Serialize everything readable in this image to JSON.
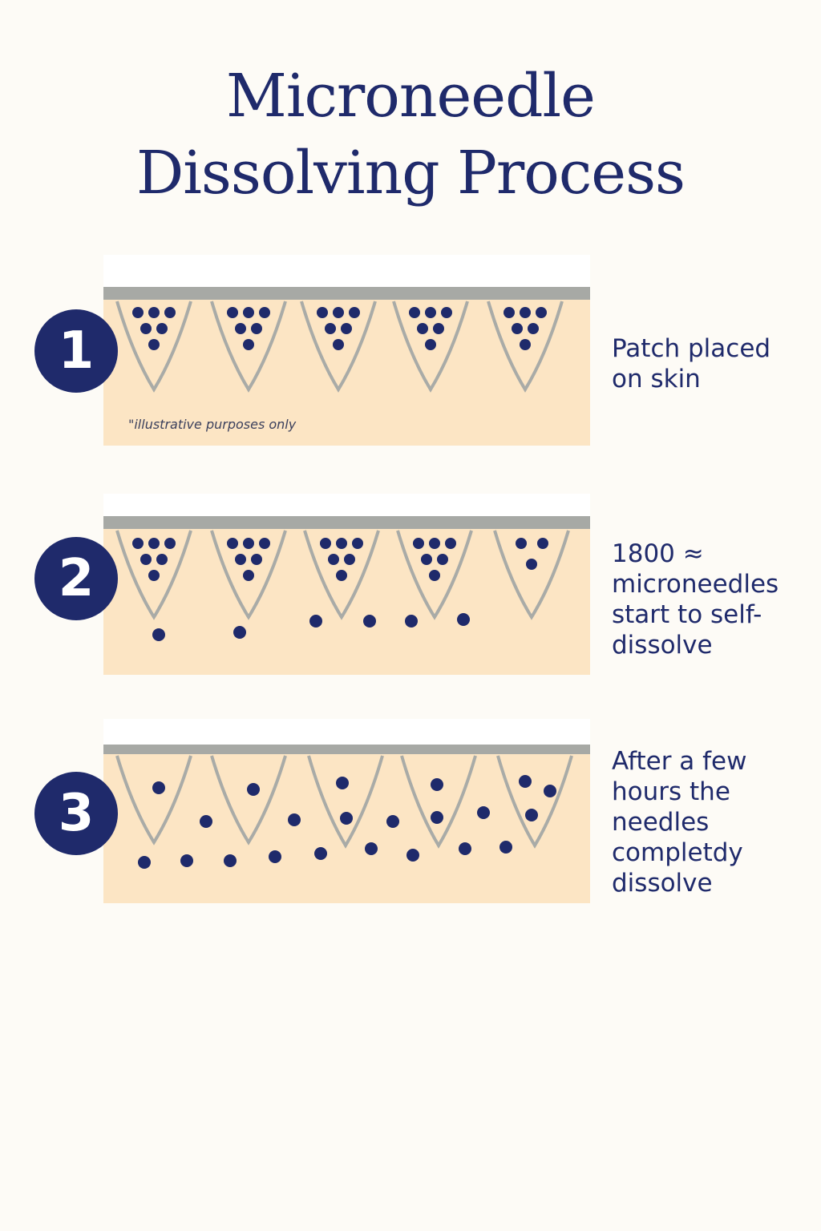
{
  "title": {
    "line1": "Microneedle",
    "line2": "Dissolving Process"
  },
  "colors": {
    "navy": "#1f2a6b",
    "skin": "#fce5c4",
    "patch_backing": "#a7a9a5",
    "patch_top": "#ffffff",
    "needle_outline": "#a9aba7",
    "dot": "#1f2a6b"
  },
  "steps": [
    {
      "number": "1",
      "caption_lines": [
        "Patch placed",
        "on skin"
      ]
    },
    {
      "number": "2",
      "caption_lines": [
        "1800 ≈",
        "microneedles",
        "start to self-",
        "dissolve"
      ]
    },
    {
      "number": "3",
      "caption_lines": [
        "After a few",
        "hours the",
        "needles",
        "completdy",
        "dissolve"
      ]
    }
  ],
  "note": "\"illustrative purposes only"
}
